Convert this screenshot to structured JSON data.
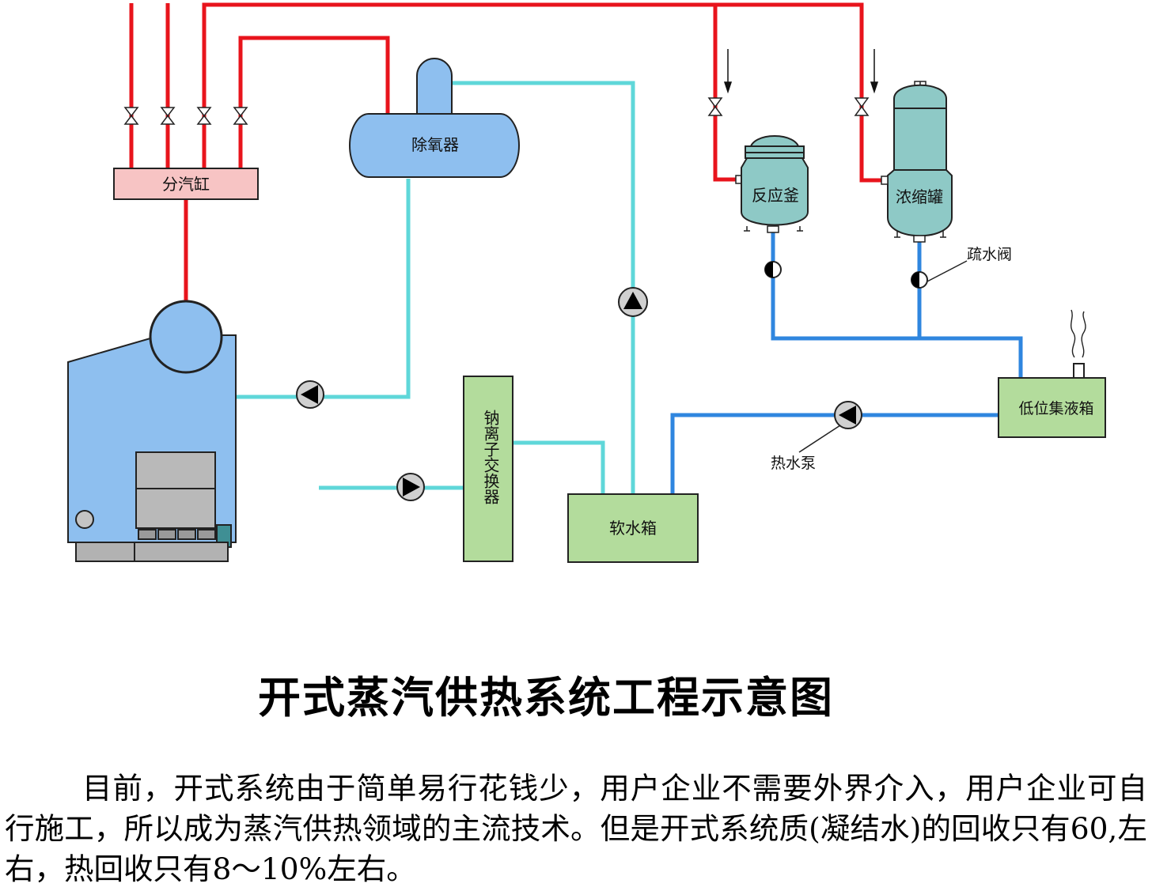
{
  "diagram": {
    "labels": {
      "steam_header": "分汽缸",
      "deaerator": "除氧器",
      "reactor": "反应釜",
      "concentrator": "浓缩罐",
      "trap_valve": "疏水阀",
      "low_tank": "低位集液箱",
      "hot_pump": "热水泵",
      "ion_exchanger": "钠离子交换器",
      "soft_tank": "软水箱"
    },
    "colors": {
      "steam": "#e8141c",
      "water": "#5fd7d9",
      "condensate": "#2f86df",
      "vessel_blue": "#8ebfef",
      "vessel_teal": "#8ec9c6",
      "box_green": "#b3dc9c",
      "header_pink": "#f7c4c4"
    }
  },
  "title": "开式蒸汽供热系统工程示意图",
  "paragraph": "目前，开式系统由于简单易行花钱少，用户企业不需要外界介入，用户企业可自行施工，所以成为蒸汽供热领域的主流技术。但是开式系统质(凝结水)的回收只有60,左右，热回收只有8～10%左右。"
}
